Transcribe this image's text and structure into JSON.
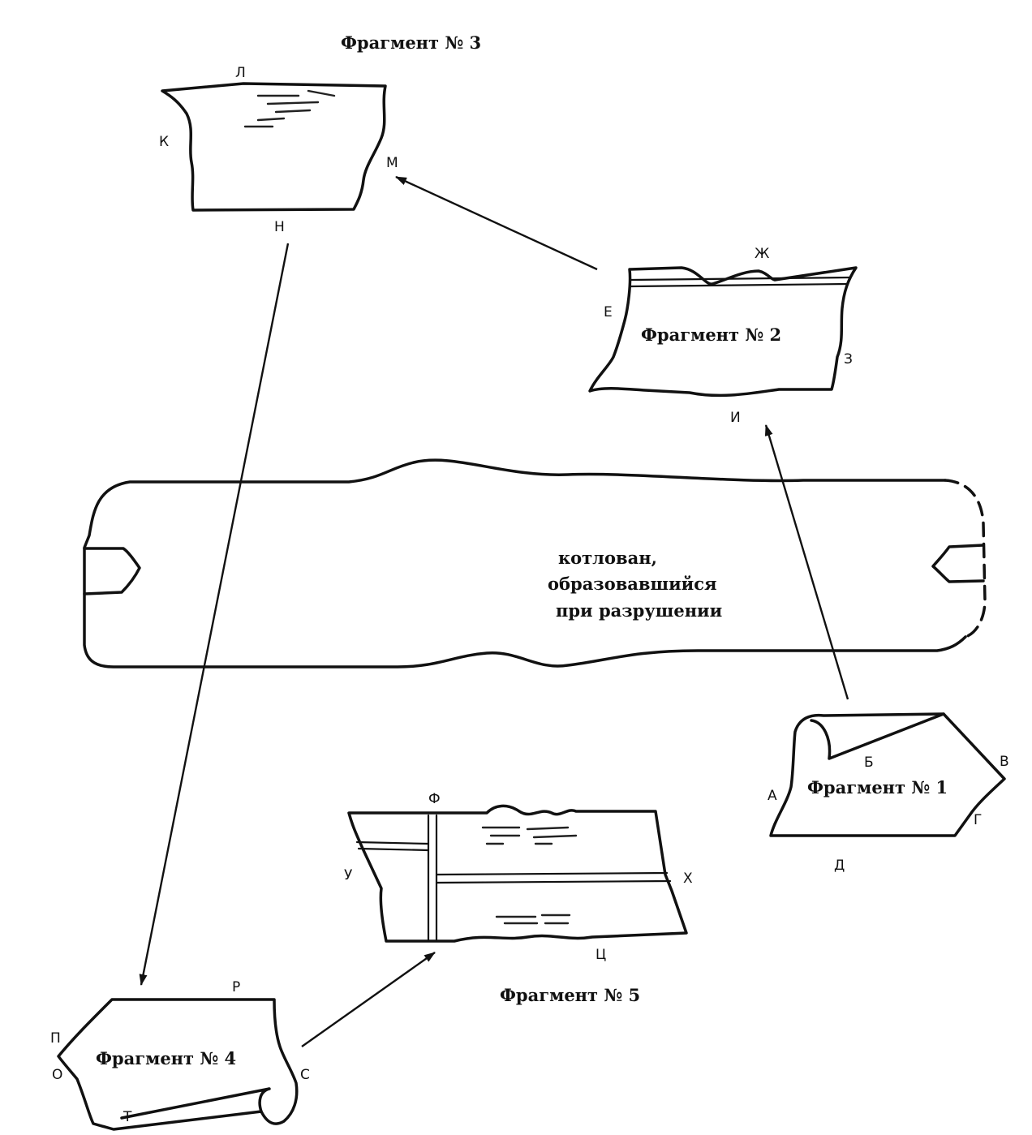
{
  "fragments": {
    "f1": {
      "title": "Фрагмент № 1"
    },
    "f2": {
      "title": "Фрагмент № 2"
    },
    "f3": {
      "title": "Фрагмент № 3"
    },
    "f4": {
      "title": "Фрагмент № 4"
    },
    "f5": {
      "title": "Фрагмент № 5"
    }
  },
  "pit": {
    "line1": "котлован,",
    "line2": "образовавшийся",
    "line3": "при разрушении"
  },
  "points": {
    "a": "А",
    "b": "Б",
    "v": "В",
    "g": "Г",
    "d": "Д",
    "e": "Е",
    "zh": "Ж",
    "z": "З",
    "i": "И",
    "k": "К",
    "l": "Л",
    "m": "М",
    "n": "Н",
    "o": "О",
    "p": "П",
    "r": "Р",
    "s": "С",
    "t": "Т",
    "u": "У",
    "f": "Ф",
    "kh": "Х",
    "ts": "Ц"
  }
}
